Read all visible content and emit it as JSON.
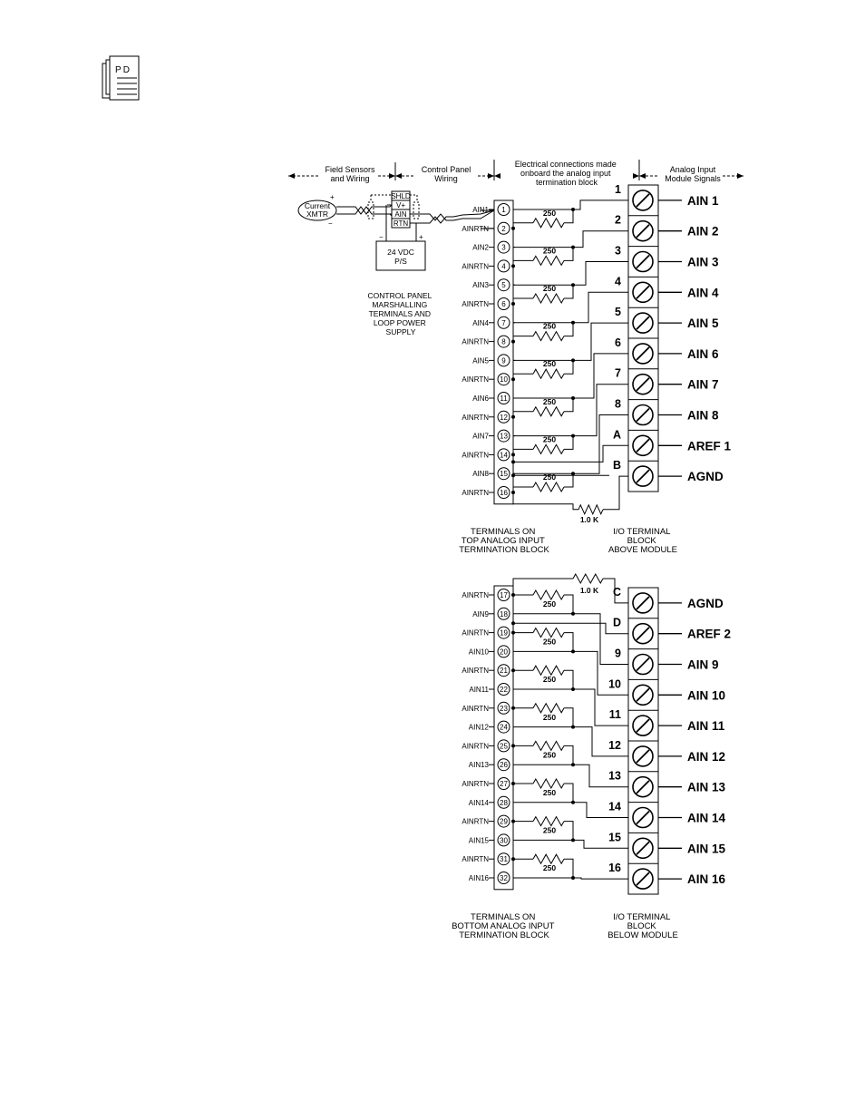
{
  "doc_icon": {
    "label": "PD"
  },
  "headers": {
    "field": "Field Sensors and Wiring",
    "panel": "Control Panel Wiring",
    "onboard": "Electrical connections made onboard the analog input termination block",
    "module": "Analog Input Module Signals"
  },
  "field_wiring": {
    "xmtr_label": "Current XMTR",
    "plus": "+",
    "minus": "−",
    "marshal_terminals": [
      "SHLD",
      "V+",
      "AIN",
      "RTN"
    ],
    "ps_label": "24 VDC P/S",
    "ps_minus": "−",
    "ps_plus": "+",
    "caption": "CONTROL PANEL MARSHALLING TERMINALS AND LOOP POWER SUPPLY"
  },
  "resistor_value": "250",
  "ground_resistor_value": "1.0 K",
  "top_block": {
    "terminals": [
      {
        "label": "AIN1",
        "num": "1"
      },
      {
        "label": "AINRTN",
        "num": "2"
      },
      {
        "label": "AIN2",
        "num": "3"
      },
      {
        "label": "AINRTN",
        "num": "4"
      },
      {
        "label": "AIN3",
        "num": "5"
      },
      {
        "label": "AINRTN",
        "num": "6"
      },
      {
        "label": "AIN4",
        "num": "7"
      },
      {
        "label": "AINRTN",
        "num": "8"
      },
      {
        "label": "AIN5",
        "num": "9"
      },
      {
        "label": "AINRTN",
        "num": "10"
      },
      {
        "label": "AIN6",
        "num": "11"
      },
      {
        "label": "AINRTN",
        "num": "12"
      },
      {
        "label": "AIN7",
        "num": "13"
      },
      {
        "label": "AINRTN",
        "num": "14"
      },
      {
        "label": "AIN8",
        "num": "15"
      },
      {
        "label": "AINRTN",
        "num": "16"
      }
    ],
    "io_pins": [
      {
        "pin": "1",
        "signal": "AIN  1"
      },
      {
        "pin": "2",
        "signal": "AIN  2"
      },
      {
        "pin": "3",
        "signal": "AIN  3"
      },
      {
        "pin": "4",
        "signal": "AIN  4"
      },
      {
        "pin": "5",
        "signal": "AIN  5"
      },
      {
        "pin": "6",
        "signal": "AIN  6"
      },
      {
        "pin": "7",
        "signal": "AIN  7"
      },
      {
        "pin": "8",
        "signal": "AIN  8"
      },
      {
        "pin": "A",
        "signal": "AREF  1"
      },
      {
        "pin": "B",
        "signal": "AGND"
      }
    ],
    "term_caption": "TERMINALS ON TOP ANALOG INPUT TERMINATION BLOCK",
    "io_caption": "I/O TERMINAL BLOCK ABOVE MODULE"
  },
  "bottom_block": {
    "terminals": [
      {
        "label": "AINRTN",
        "num": "17"
      },
      {
        "label": "AIN9",
        "num": "18"
      },
      {
        "label": "AINRTN",
        "num": "19"
      },
      {
        "label": "AIN10",
        "num": "20"
      },
      {
        "label": "AINRTN",
        "num": "21"
      },
      {
        "label": "AIN11",
        "num": "22"
      },
      {
        "label": "AINRTN",
        "num": "23"
      },
      {
        "label": "AIN12",
        "num": "24"
      },
      {
        "label": "AINRTN",
        "num": "25"
      },
      {
        "label": "AIN13",
        "num": "26"
      },
      {
        "label": "AINRTN",
        "num": "27"
      },
      {
        "label": "AIN14",
        "num": "28"
      },
      {
        "label": "AINRTN",
        "num": "29"
      },
      {
        "label": "AIN15",
        "num": "30"
      },
      {
        "label": "AINRTN",
        "num": "31"
      },
      {
        "label": "AIN16",
        "num": "32"
      }
    ],
    "io_pins": [
      {
        "pin": "C",
        "signal": "AGND"
      },
      {
        "pin": "D",
        "signal": "AREF  2"
      },
      {
        "pin": "9",
        "signal": "AIN  9"
      },
      {
        "pin": "10",
        "signal": "AIN  10"
      },
      {
        "pin": "11",
        "signal": "AIN  11"
      },
      {
        "pin": "12",
        "signal": "AIN  12"
      },
      {
        "pin": "13",
        "signal": "AIN  13"
      },
      {
        "pin": "14",
        "signal": "AIN  14"
      },
      {
        "pin": "15",
        "signal": "AIN  15"
      },
      {
        "pin": "16",
        "signal": "AIN  16"
      }
    ],
    "term_caption": "TERMINALS ON BOTTOM ANALOG INPUT TERMINATION BLOCK",
    "io_caption": "I/O TERMINAL BLOCK BELOW MODULE"
  }
}
